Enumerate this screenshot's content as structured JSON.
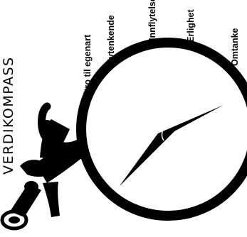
{
  "title": "VERDIKOMPASS",
  "values": [
    "Tiltro til egenart",
    "Nytenkende",
    "Innflytelse",
    "Ærlighet",
    "Omtanke"
  ],
  "colors": {
    "ink": "#000000",
    "paper": "#ffffff"
  }
}
